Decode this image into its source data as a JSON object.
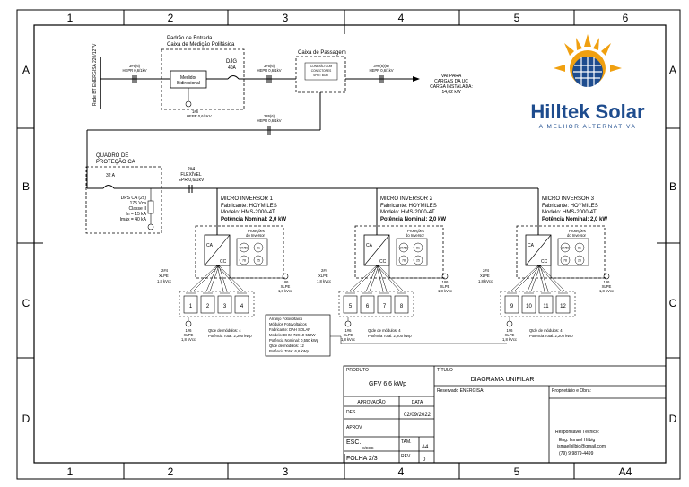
{
  "frame": {
    "columns": [
      "1",
      "2",
      "3",
      "4",
      "5",
      "6"
    ],
    "rows": [
      "A",
      "B",
      "C",
      "D"
    ]
  },
  "logo": {
    "name": "Hilltek Solar",
    "tagline": "A MELHOR ALTERNATIVA",
    "color": "#1e4c8e",
    "accent": "#f0a010"
  },
  "grid": {
    "label": "Rede BT ENERGISA 220/127V",
    "cable_in": [
      "3#6(6)",
      "HEPR 0,6/1kV"
    ]
  },
  "entrance": {
    "title1": "Padrão de Entrada",
    "title2": "Caixa de Medição Polifásica",
    "meter1": "Medidor",
    "meter2": "Bidirecional",
    "breaker1": "DJG",
    "breaker2": "40A",
    "ground": [
      "1#6",
      "HEPR 0,6/1KV"
    ]
  },
  "passage": {
    "title": "Caixa de Passagem",
    "inner": [
      "CONEXÃO COM",
      "CONECTORES",
      "SPLIT BOLT"
    ],
    "cable_in": [
      "3#6(6)",
      "HEPR 0,6/1kV"
    ],
    "cable_out": [
      "3#6(6)(6)",
      "HEPR 0,6/1kV"
    ],
    "cable_down": [
      "2#6(6)",
      "HEPR 0,6/1kV"
    ]
  },
  "loads": [
    "VAI PARA",
    "CARGAS DA UC",
    "CARGA INSTALADA:",
    "14,02 kW"
  ],
  "qpca": {
    "title1": "QUADRO DE",
    "title2": "PROTEÇÃO CA",
    "breaker": "32 A",
    "cable": [
      "2#4",
      "FLEXÍVEL",
      "EPR 0,6/1kV"
    ],
    "dps": [
      "DPS CA (2x)",
      "175 Vca",
      "Classe II",
      "In = 15 kA",
      "Imáx = 40 kA"
    ]
  },
  "inverters": [
    {
      "title": "MICRO INVERSOR 1",
      "maker": "Fabricante: HOYMILES",
      "model": "Modelo: HMS-2000-4T",
      "power": "Potência Nominal: 2,0 kW"
    },
    {
      "title": "MICRO INVERSOR 2",
      "maker": "Fabricante: HOYMILES",
      "model": "Modelo: HMS-2000-4T",
      "power": "Potência Nominal: 2,0 kW"
    },
    {
      "title": "MICRO INVERSOR 3",
      "maker": "Fabricante: HOYMILES",
      "model": "Modelo: HMS-2000-4T",
      "power": "Potência Nominal: 2,0 kW"
    }
  ],
  "inverter_block": {
    "ca": "CA",
    "cc": "CC",
    "prot1": "Proteções",
    "prot2": "do Inversor",
    "r1": "27/59",
    "r2": "81",
    "r3": "78",
    "r4": "25"
  },
  "dc_cable": [
    "2#4",
    "XLPE",
    "1,8 kVcc"
  ],
  "earth_cable": [
    "1#6",
    "XLPE",
    "1,8 kVcc"
  ],
  "modules": [
    [
      "1",
      "2",
      "3",
      "4"
    ],
    [
      "5",
      "6",
      "7",
      "8"
    ],
    [
      "9",
      "10",
      "11",
      "12"
    ]
  ],
  "string_qty": "Qtde de módulos: 4",
  "string_power": "Potência Total: 2,200 kWp",
  "array_info": [
    "Arranjo Fotovoltaico",
    "Módulos Fotovoltaicos",
    "Fabricante: DAH SOLAR",
    "Modelo: DHM-72X10-550W",
    "Potência Nominal: 0,550 kWp",
    "Qtde de módulos: 12",
    "Potência Total: 6,6 kWp"
  ],
  "title_block": {
    "produto_label": "PRODUTO",
    "produto": "GFV 6,6 kWp",
    "titulo_label": "TÍTULO",
    "titulo": "DIAGRAMA UNIFILAR",
    "aprovacao": "APROVAÇÃO",
    "data": "DATA",
    "des": "DES.",
    "date": "02/09/2022",
    "aprov": "APROV.",
    "esc": "ESC.:",
    "esc_val": "S/ESC",
    "tam": "TAM.",
    "tam_val": "A4",
    "folha": "FOLHA 2/3",
    "rev": "REV.",
    "rev_val": "0",
    "reservado": "Reservado ENERGISA:",
    "proprietario": "Proprietário e Obra:",
    "resp": "Responsável Técnico:",
    "eng": "Eng. Ismael Hilbig",
    "email": "ismaelhilbig@gmail.com",
    "phone": "(79) 9 9879-4499"
  },
  "sheet_size": "A4"
}
